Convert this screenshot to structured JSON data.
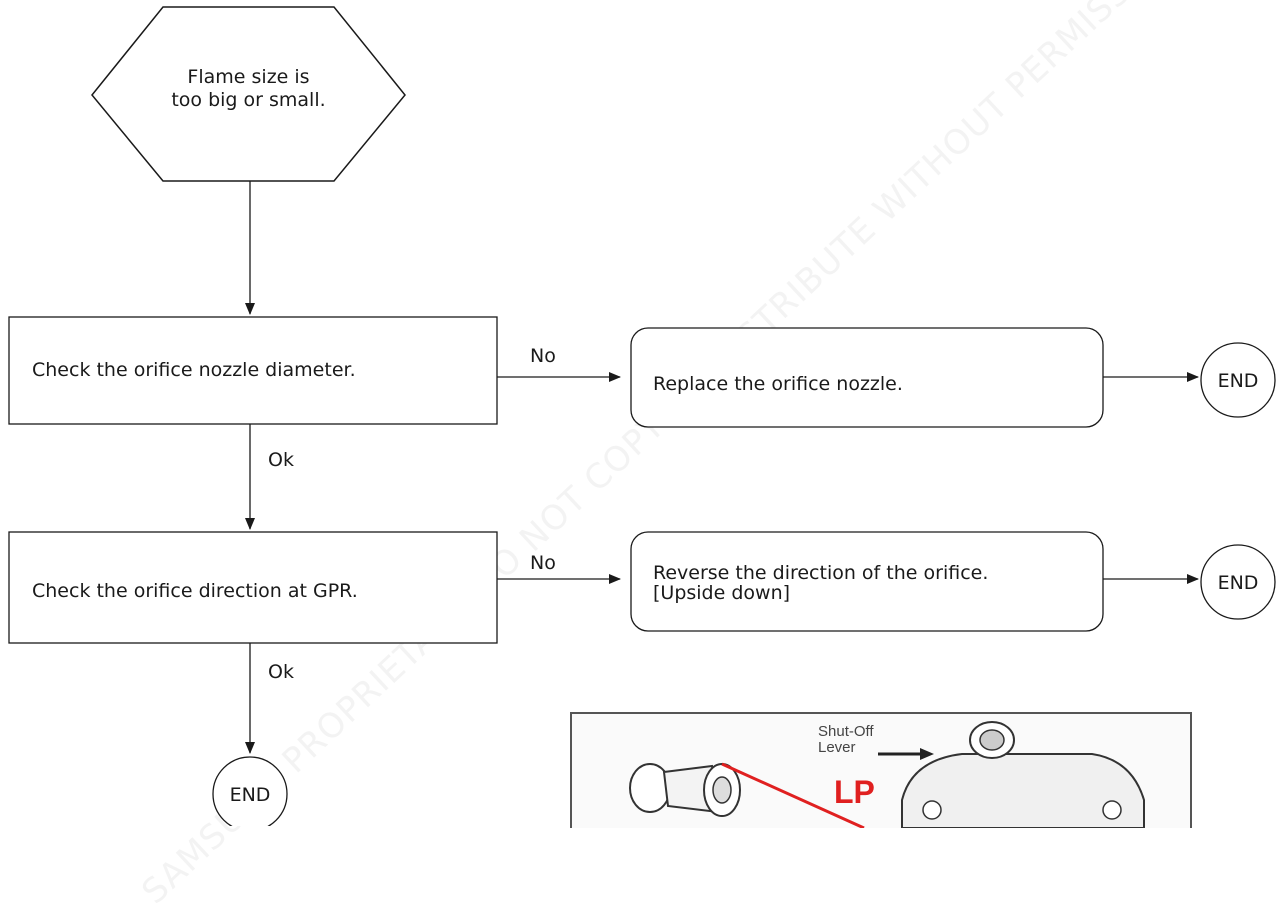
{
  "start": {
    "line1": "Flame size is",
    "line2": "too big or small."
  },
  "steps": [
    {
      "text": "Check the orifice nozzle diameter.",
      "branch_no": "No",
      "branch_ok": "Ok",
      "action_line1": "Replace the orifice nozzle.",
      "action_line2": "",
      "end": "END"
    },
    {
      "text": "Check the orifice direction at GPR.",
      "branch_no": "No",
      "branch_ok": "Ok",
      "action_line1": "Reverse the direction of the orifice.",
      "action_line2": "[Upside down]",
      "end": "END"
    }
  ],
  "final_end": "END",
  "watermark": "SAMSUNG PROPRIETARY. DO NOT COPY OR DISTRIBUTE WITHOUT PERMISSION",
  "photo": {
    "shutoff_line1": "Shut-Off",
    "shutoff_line2": "Lever",
    "label_lp": "LP"
  },
  "colors": {
    "line": "#1a1a1a",
    "accent": "#e02020"
  }
}
